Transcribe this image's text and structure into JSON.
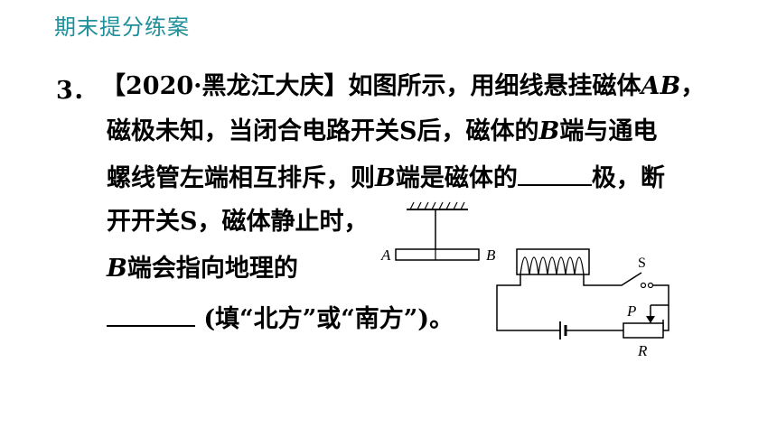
{
  "header": {
    "title": "期末提分练案"
  },
  "question": {
    "number": "3．",
    "source_tag": "【2020·黑龙江大庆】",
    "line1_text": "如图所示，用细线悬挂磁体",
    "line1_var": "AB",
    "line1_end": "，",
    "line2_a": "磁极未知，当闭合电路开关S后，磁体的",
    "line2_var": "B",
    "line2_b": "端与通电",
    "line3_a": "螺线管左端相互排斥，则",
    "line3_var": "B",
    "line3_b": "端是磁体的",
    "line3_c": "极，断",
    "line4": "开开关S，磁体静止时，",
    "line5_var": "B",
    "line5_b": "端会指向地理的",
    "line6_tail": " (填“北方”或“南方”)。"
  },
  "diagram": {
    "label_A": "A",
    "label_B": "B",
    "label_S": "S",
    "label_P": "P",
    "label_R": "R"
  }
}
